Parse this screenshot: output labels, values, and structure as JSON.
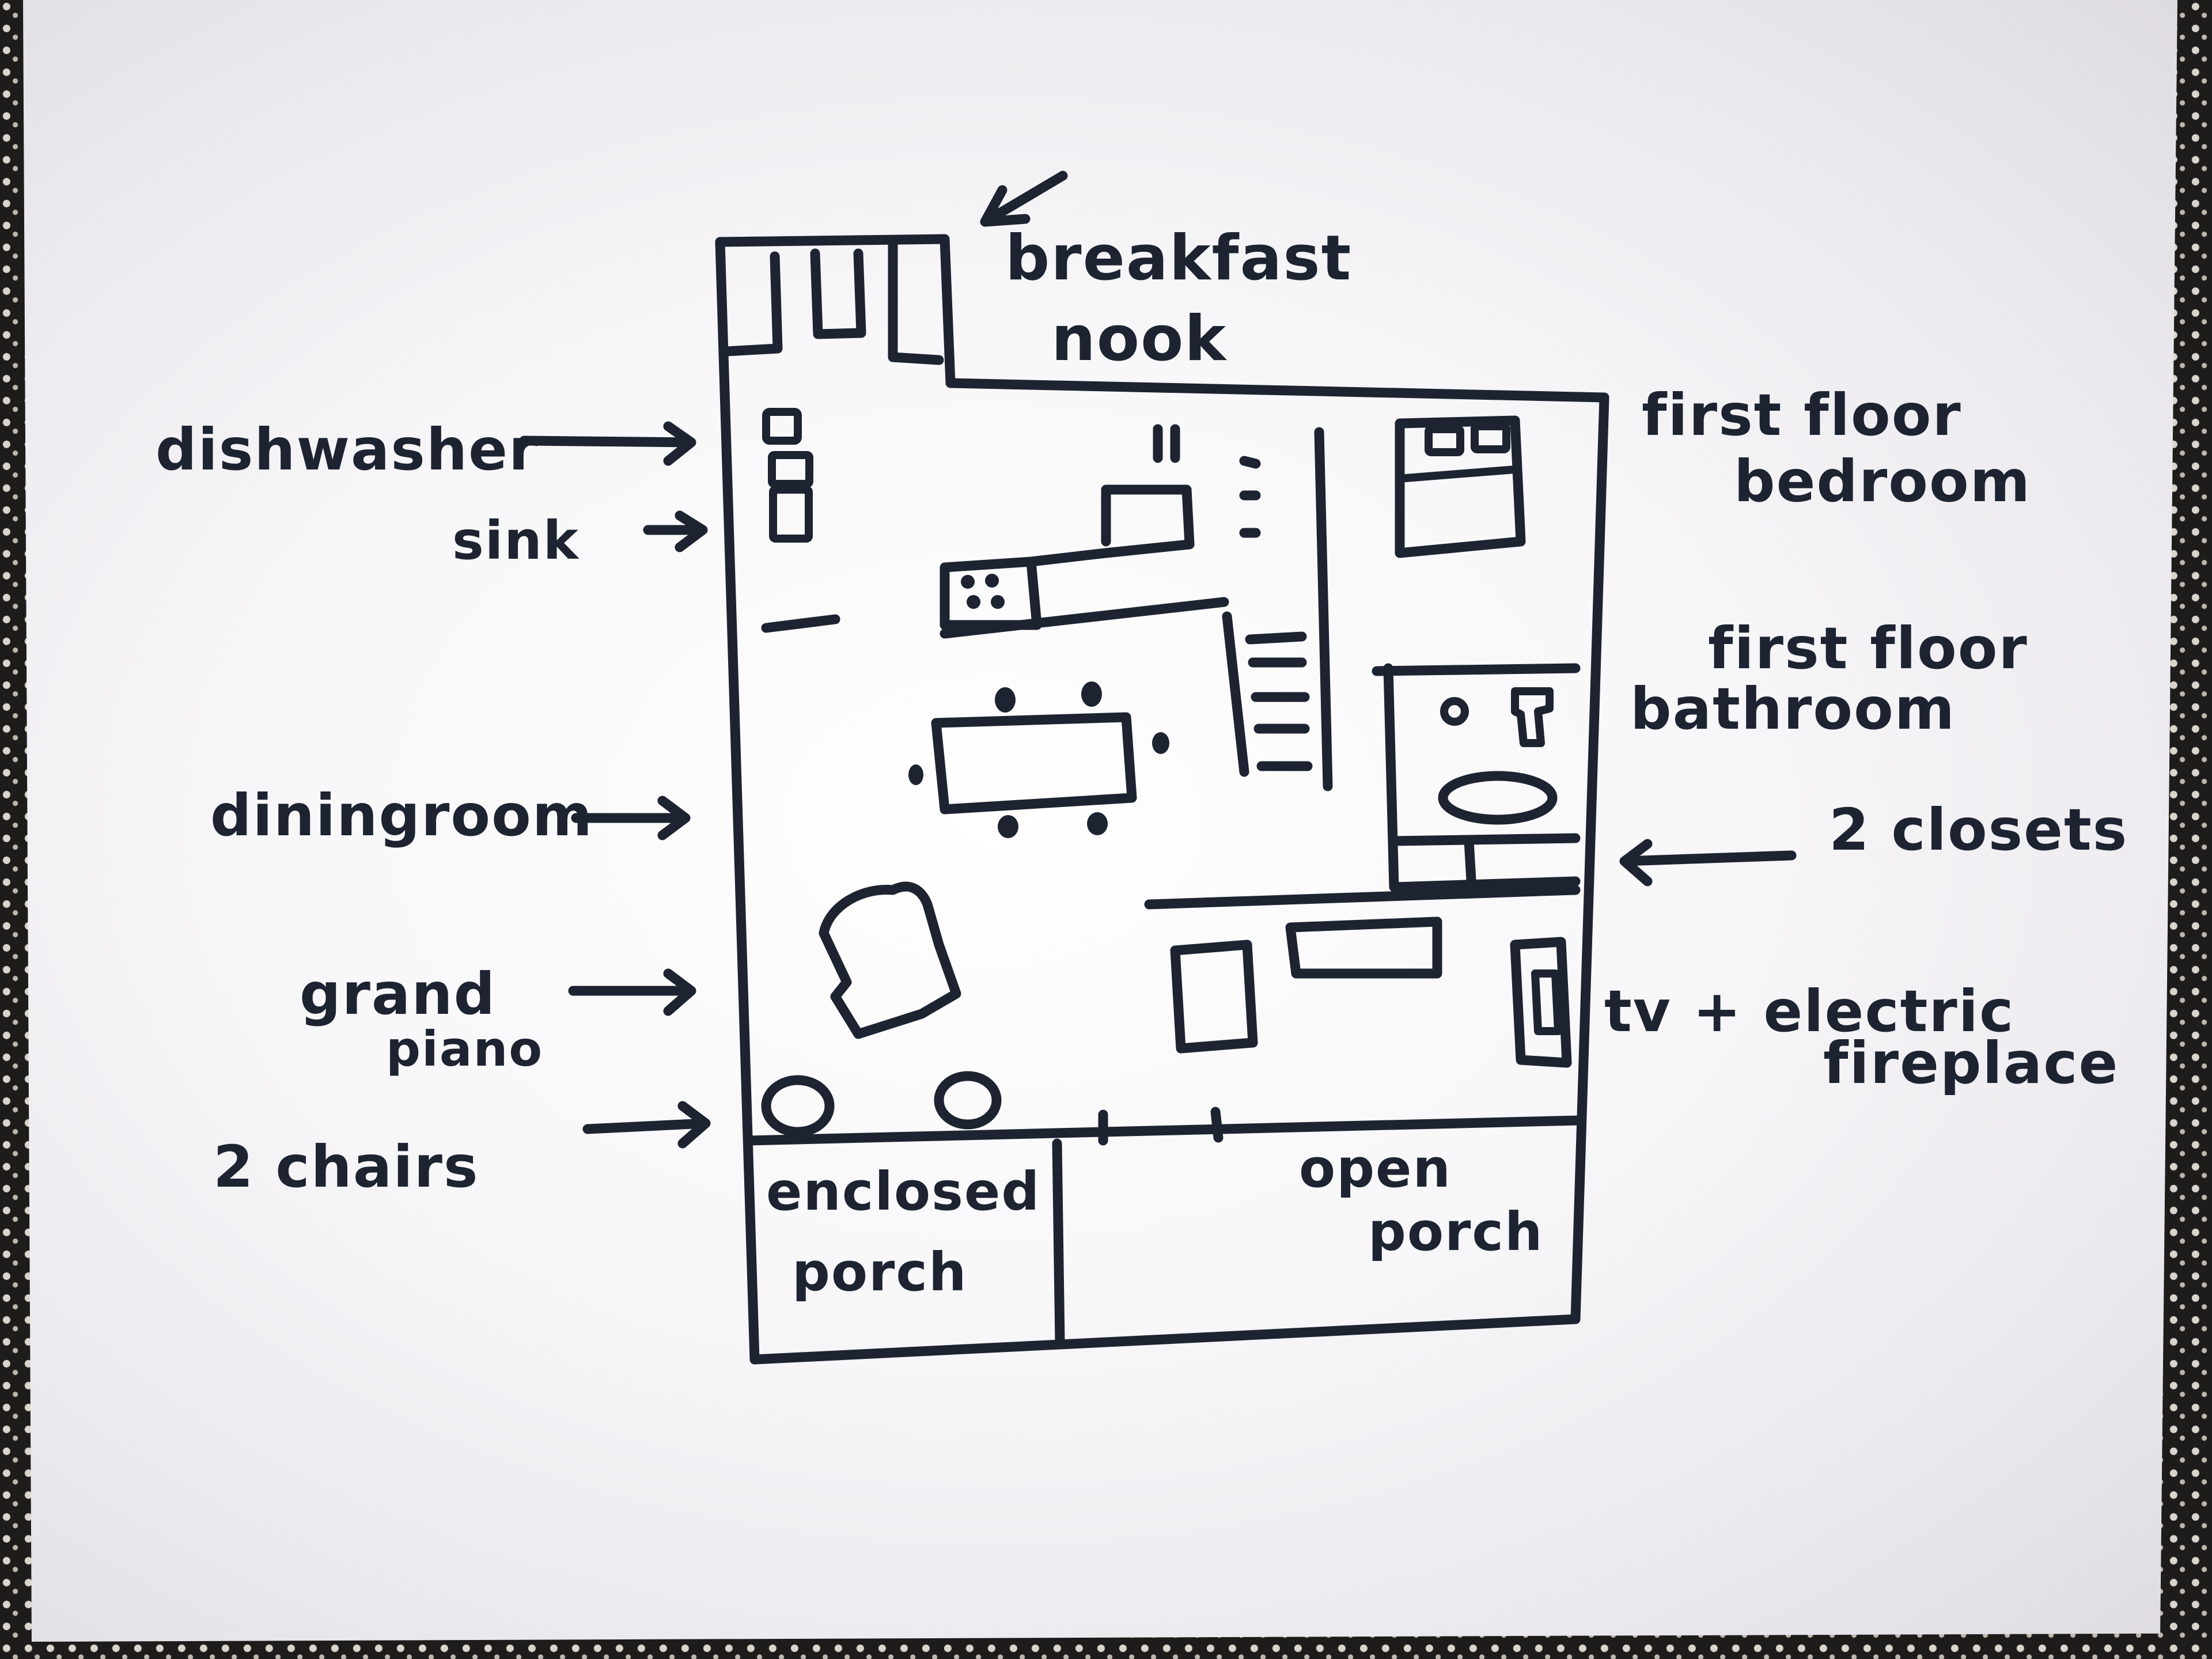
{
  "labels": {
    "breakfast_nook_line1": "breakfast",
    "breakfast_nook_line2": "nook",
    "dishwasher": "dishwasher",
    "sink": "sink",
    "first_floor_bedroom_line1": "first floor",
    "first_floor_bedroom_line2": "bedroom",
    "first_floor_bathroom_line1": "first floor",
    "first_floor_bathroom_line2": "bathroom",
    "dining_room": "diningroom",
    "two_closets": "2 closets",
    "grand_piano_line1": "grand",
    "grand_piano_line2": "piano",
    "tv_fireplace_line1": "tv + electric",
    "tv_fireplace_line2": "fireplace",
    "two_chairs": "2 chairs",
    "enclosed_porch_line1": "enclosed",
    "enclosed_porch_line2": "porch",
    "open_porch_line1": "open",
    "open_porch_line2": "porch"
  },
  "colors": {
    "ink": "#1d2331",
    "paper": "#f7f6f8"
  }
}
